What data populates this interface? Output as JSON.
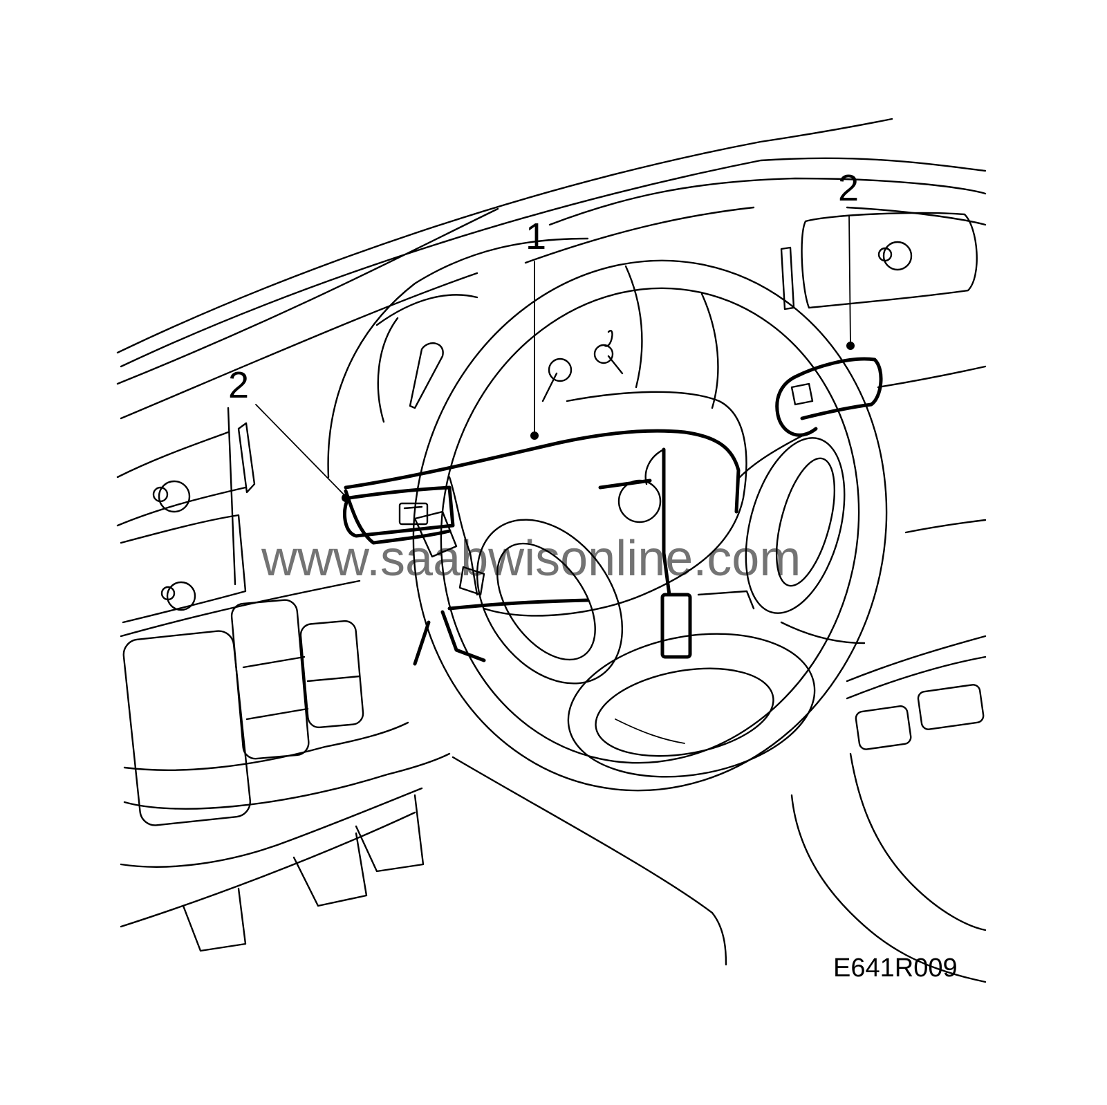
{
  "callouts": [
    {
      "id": "1",
      "label": "1"
    },
    {
      "id": "2-left",
      "label": "2"
    },
    {
      "id": "2-right",
      "label": "2"
    }
  ],
  "figure_code": "E641R009",
  "watermark": "www.saabwisonline.com",
  "colors": {
    "line": "#000000",
    "background": "#ffffff"
  }
}
